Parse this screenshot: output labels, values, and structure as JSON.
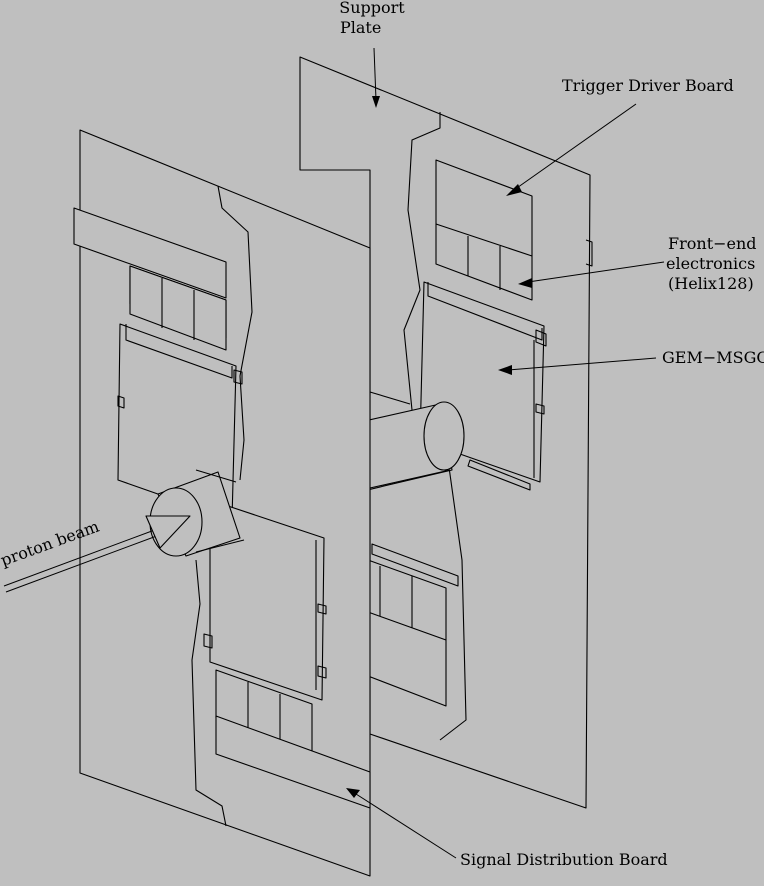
{
  "labels": {
    "support_plate_line1": "Support",
    "support_plate_line2": "Plate",
    "trigger_driver_board": "Trigger Driver Board",
    "front_end_line1": "Front−end",
    "front_end_line2": "electronics",
    "front_end_line3": "(Helix128)",
    "gem_msgc": "GEM−MSGC",
    "proton_beam": "proton beam",
    "signal_distribution_board": "Signal Distribution Board"
  },
  "colors": {
    "background": "#bfbfbf",
    "line": "#000000"
  }
}
